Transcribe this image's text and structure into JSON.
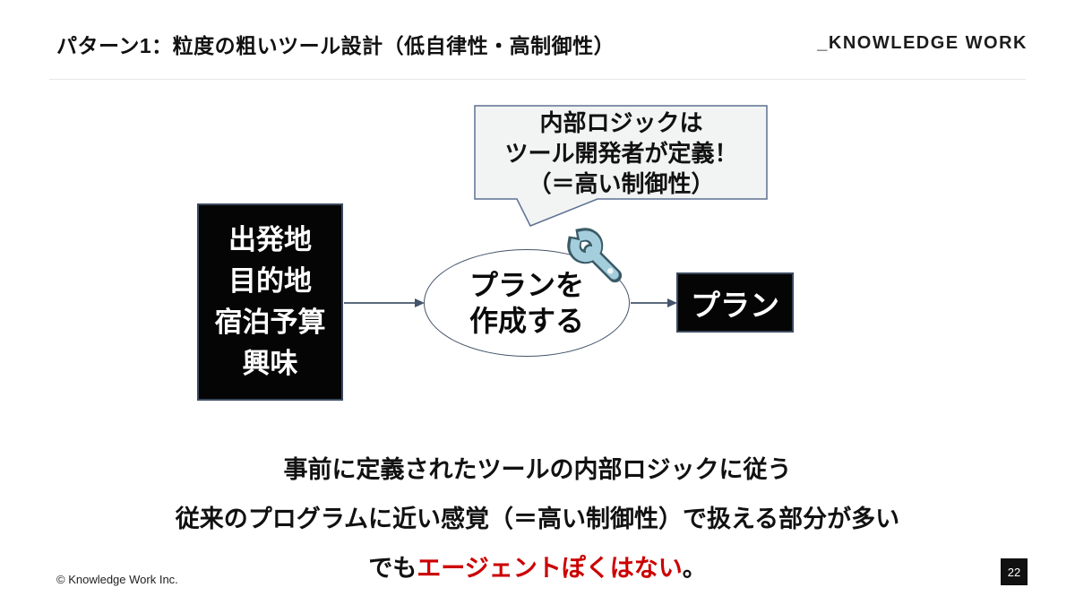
{
  "slide": {
    "title": "パターン1：粒度の粗いツール設計（低自律性・高制御性）",
    "logo": "_KNOWLEDGE WORK",
    "copyright": "© Knowledge Work Inc.",
    "page_number": "22"
  },
  "diagram": {
    "callout": {
      "lines": [
        "内部ロジックは",
        "ツール開発者が定義！",
        "（＝高い制御性）"
      ]
    },
    "input_box": {
      "lines": [
        "出発地",
        "目的地",
        "宿泊予算",
        "興味"
      ]
    },
    "process_ellipse": {
      "lines": [
        "プランを",
        "作成する"
      ]
    },
    "output_box": {
      "label": "プラン"
    },
    "icons": [
      "wrench-icon",
      "arrow-right-icon"
    ]
  },
  "summary": {
    "line1": "事前に定義されたツールの内部ロジックに従う",
    "line2": "従来のプログラムに近い感覚（＝高い制御性）で扱える部分が多い",
    "line3_prefix": "でも",
    "line3_highlight": "エージェントぽくはない",
    "line3_suffix": "。"
  },
  "colors": {
    "accent_red": "#cc0000",
    "shape_outline": "#44546a",
    "callout_border": "#5d7191",
    "callout_fill": "#f2f3f3",
    "box_fill": "#050505",
    "wrench_light": "#a5cedd",
    "wrench_dark": "#3a5a66"
  }
}
